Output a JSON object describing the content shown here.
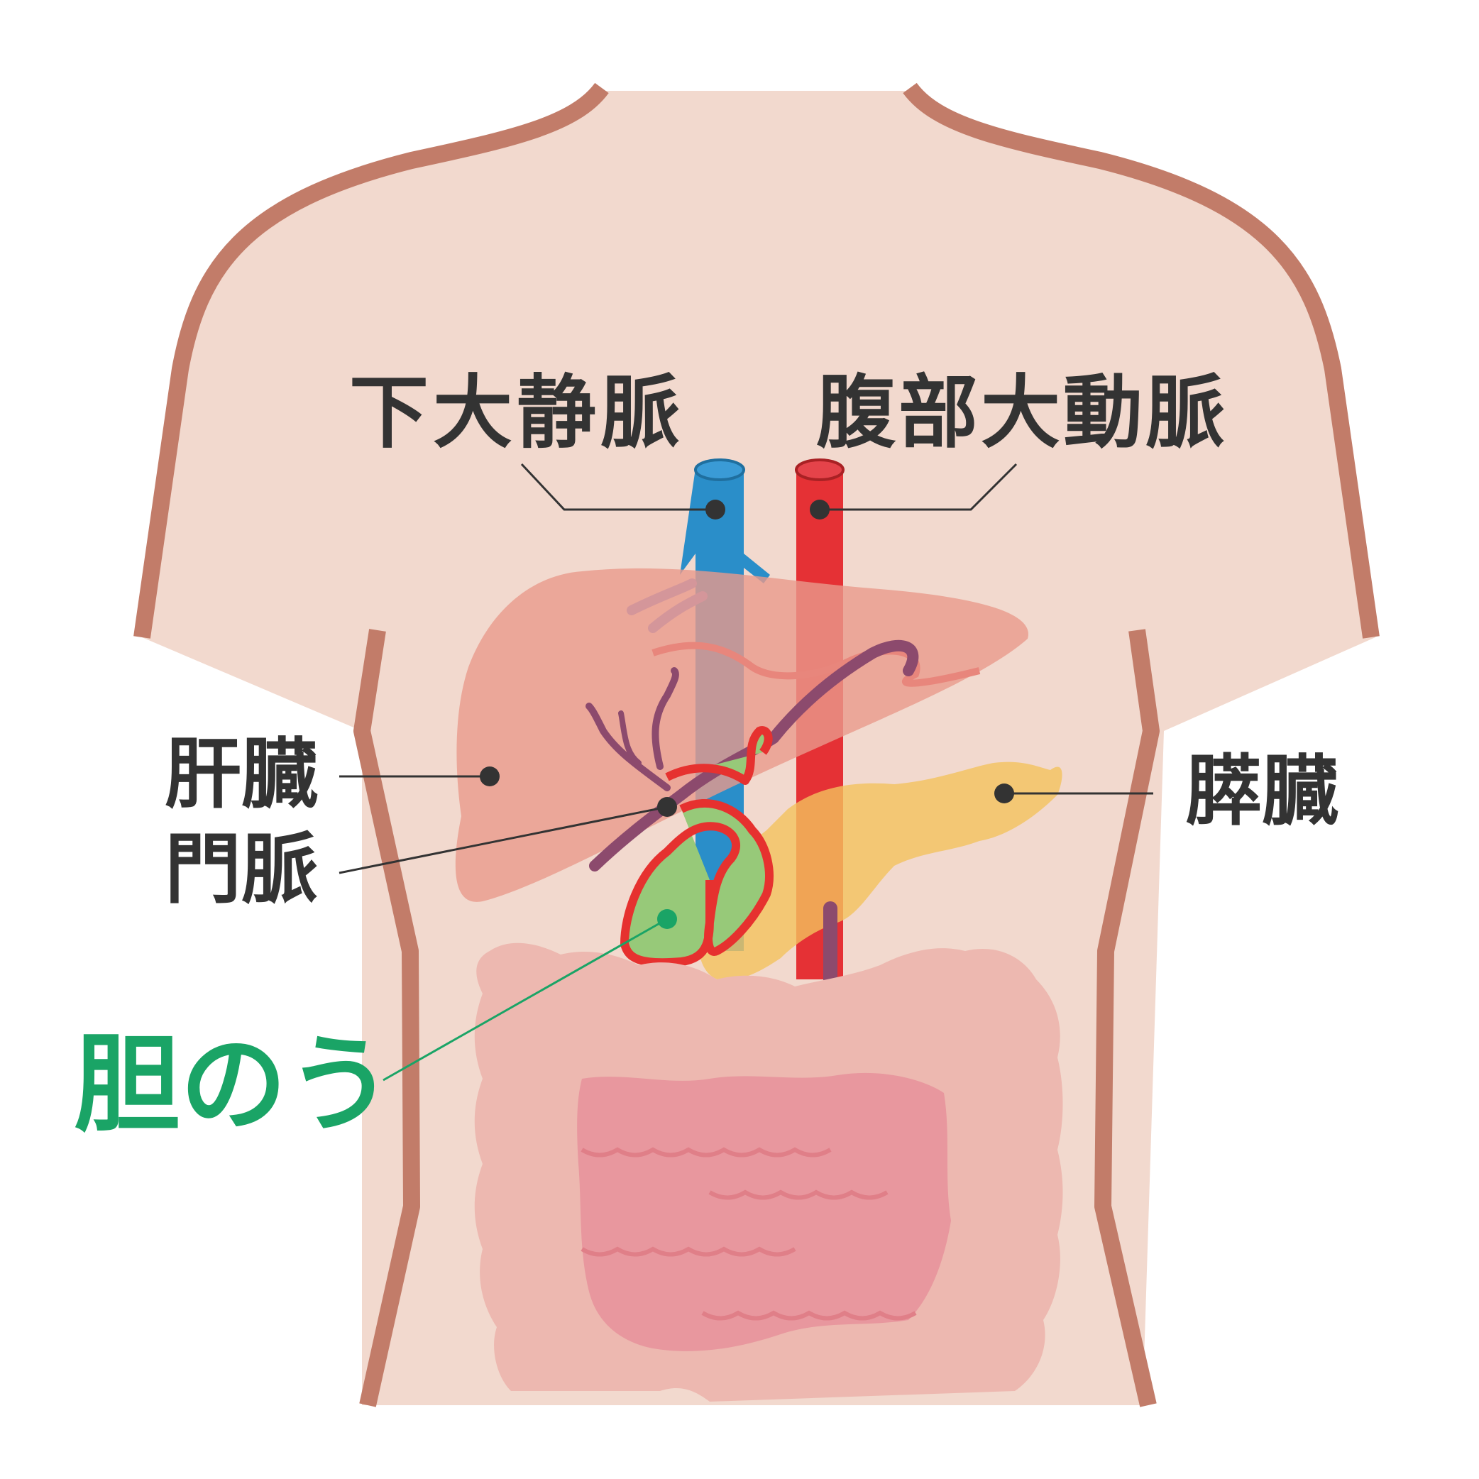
{
  "labels": {
    "ivc": "下大静脈",
    "aorta": "腹部大動脈",
    "liver": "肝臓",
    "portal_vein": "門脈",
    "pancreas": "膵臓",
    "gallbladder": "胆のう"
  },
  "colors": {
    "skin": "#f2d9ce",
    "skin_outline": "#c27c69",
    "ivc": "#2a8ec9",
    "aorta": "#e53135",
    "liver": "#eba597",
    "portal_vein": "#8c4a6d",
    "pancreas": "#f2cd72",
    "gallbladder_fill": "#97c979",
    "gallbladder_outline": "#e6312f",
    "intestine": "#edb8b0",
    "small_intestine": "#e8979e",
    "label_text": "#333333",
    "highlight_text": "#1aa466"
  }
}
